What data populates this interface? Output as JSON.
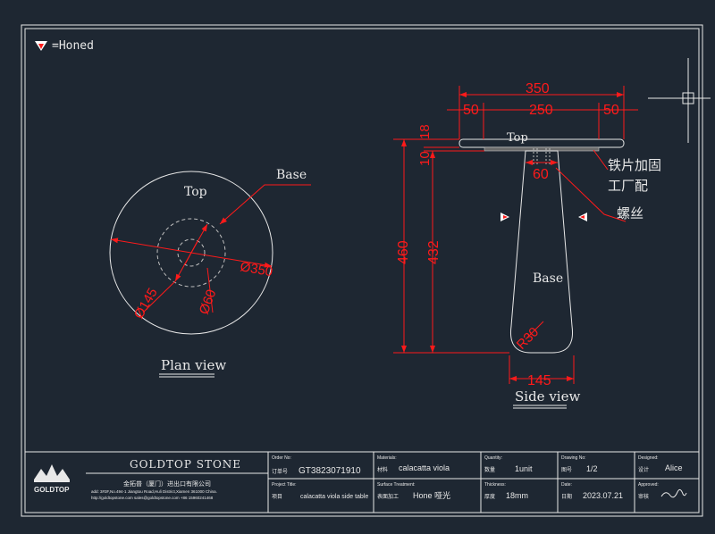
{
  "legend": {
    "symbol": "honed-marker-icon",
    "text": "=Honed"
  },
  "plan_view": {
    "title": "Plan view",
    "label_top": "Top",
    "label_base": "Base",
    "dim_outer": "Ø350",
    "dim_mid": "Ø145",
    "dim_inner": "Ø60"
  },
  "side_view": {
    "title": "Side view",
    "label_top": "Top",
    "label_base": "Base",
    "dim_total_width": "350",
    "dim_left": "50",
    "dim_center": "250",
    "dim_right": "50",
    "dim_18": "18",
    "dim_10": "10",
    "dim_460": "460",
    "dim_432": "432",
    "dim_60": "60",
    "dim_145": "145",
    "dim_r30": "R30",
    "note_iron": "铁片加固",
    "note_factory": "工厂配",
    "note_screw": "螺丝"
  },
  "title_block": {
    "company_name": "GOLDTOP STONE",
    "logo_text": "GOLDTOP",
    "company_cn": "金拓普（厦门）进出口有限公司",
    "address": "add: 3#3F,No.494-1 Jiangtou Road,Huli District,Xiamen 361000 China.",
    "contact": "http://goldtopstone.com  sales@goldtopstone.com  +86 15960241468",
    "order_no_label_en": "Order No:",
    "order_no_label_cn": "订单号",
    "order_no": "GT3823071910",
    "project_label_en": "Project Title:",
    "project_label_cn": "项目",
    "project_title": "calacatta viola side table",
    "materials_label_en": "Materials:",
    "materials_label_cn": "材料",
    "materials": "calacatta viola",
    "surface_label_en": "Surface Treatment:",
    "surface_label_cn": "表面加工",
    "surface": "Hone 哑光",
    "quantity_label_en": "Quantity:",
    "quantity_label_cn": "数量",
    "quantity": "1unit",
    "thickness_label_en": "Thickness:",
    "thickness_label_cn": "厚度",
    "thickness": "18mm",
    "drawing_label_en": "Drawing No:",
    "drawing_label_cn": "图号",
    "drawing_no": "1/2",
    "date_label_en": "Date:",
    "date_label_cn": "日期",
    "date": "2023.07.21",
    "designed_label_en": "Designed:",
    "designed_label_cn": "设计",
    "designer": "Alice",
    "approved_label_en": "Approved:",
    "approved_label_cn": "审核"
  },
  "colors": {
    "background": "#1e2732",
    "line": "#e8e8e8",
    "dimension": "#ff1a1a",
    "dashed": "#bfbfbf"
  }
}
